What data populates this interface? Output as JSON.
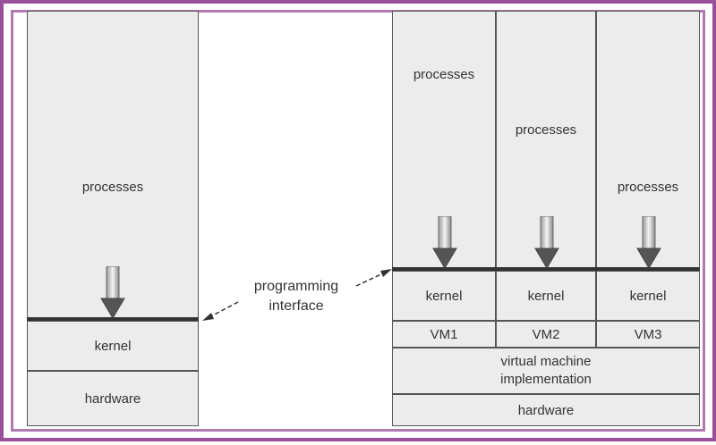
{
  "left_stack": {
    "processes": "processes",
    "kernel": "kernel",
    "hardware": "hardware"
  },
  "programming_interface": {
    "line1": "programming",
    "line2": "interface"
  },
  "right_stack": {
    "vms": [
      {
        "processes": "processes",
        "kernel": "kernel",
        "vm": "VM1"
      },
      {
        "processes": "processes",
        "kernel": "kernel",
        "vm": "VM2"
      },
      {
        "processes": "processes",
        "kernel": "kernel",
        "vm": "VM3"
      }
    ],
    "vm_impl_line1": "virtual machine",
    "vm_impl_line2": "implementation",
    "hardware": "hardware"
  },
  "colors": {
    "frame": "#9a4f9a",
    "box_fill": "#ececec",
    "box_border": "#555555"
  },
  "icons": [
    "down-arrow-icon",
    "double-arrow-icon"
  ]
}
